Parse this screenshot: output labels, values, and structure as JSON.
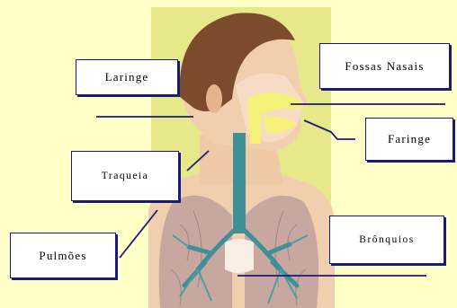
{
  "labels": {
    "laringe": "Laringe",
    "fossas_nasais": "Fossas Nasais",
    "faringe": "Faringe",
    "traqueia": "Traqueia",
    "bronquios": "Brônquios",
    "pulmoes": "Pulmões"
  },
  "colors": {
    "background": "#ffffc6",
    "panel": "#e8e88a",
    "skin": "#f1cfae",
    "hair": "#7a4a2a",
    "airway": "#f5f078",
    "trachea": "#3f8f96",
    "lung": "#c8a9a2",
    "border": "#1a1a7a"
  }
}
